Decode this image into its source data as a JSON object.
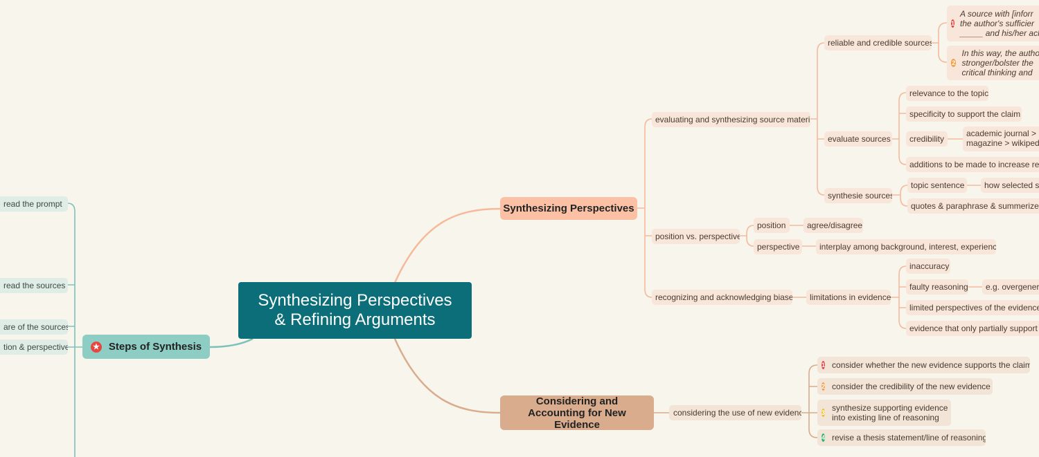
{
  "center": {
    "line1": "Synthesizing Perspectives",
    "line2": "& Refining Arguments"
  },
  "steps": {
    "title": "Steps of Synthesis",
    "items": [
      "read the prompt",
      "read the sources",
      "are of the sources",
      "tion & perspective"
    ]
  },
  "synth": {
    "title": "Synthesizing Perspectives",
    "eval": {
      "label": "evaluating and synthesizing source material",
      "reliable": {
        "label": "reliable and credible sources",
        "n1": {
          "num": "1",
          "lines": [
            "A source with [inforr",
            "the author's sufficier",
            "_____ and his/her ack"
          ]
        },
        "n2": {
          "num": "2",
          "lines": [
            "In this way, the autho",
            "stronger/bolster the",
            "critical thinking and"
          ]
        }
      },
      "evaluate": {
        "label": "evaluate sources",
        "relevance": "relevance to the topic",
        "specificity": "specificity to support the claim",
        "credibility": "credibility",
        "cred_detail": [
          "academic journal > p",
          "magazine > wikipedia"
        ],
        "additions": "additions to be made to increase relia"
      },
      "synthesie": {
        "label": "synthesie sources",
        "topic": "topic sentence",
        "topic_detail": "how selected so",
        "quotes": "quotes & paraphrase & summerize sp"
      }
    },
    "posvs": {
      "label": "position vs. perspective",
      "position": "position",
      "position_detail": "agree/disagree",
      "perspective": "perspective",
      "perspective_detail": "interplay among background, interest, experience"
    },
    "biases": {
      "label": "recognizing and acknowledging biases",
      "limits": "limitations in evidence",
      "inaccuracy": "inaccuracy",
      "faulty": "faulty reasoning",
      "faulty_detail": "e.g. overgeneriz",
      "limited": "limited perspectives of the evidence",
      "partial": "evidence that only partially support t"
    }
  },
  "newev": {
    "title": "Considering and Accounting for New Evidence",
    "label": "considering the use of new evidence",
    "items": [
      {
        "num": "1",
        "text": "consider whether the new evidence supports the claim",
        "color": "#e8473f"
      },
      {
        "num": "2",
        "text": "consider the credibility of the new evidence",
        "color": "#f3a043"
      },
      {
        "num": "3",
        "lines": [
          "synthesize supporting evidence",
          "into existing line of reasoning"
        ],
        "color": "#f2c12e"
      },
      {
        "num": "4",
        "text": "revise a thesis statement/line of reasoning",
        "color": "#2db36b"
      }
    ]
  },
  "colors": {
    "center": "#0c6e78",
    "synth": "#fcc1a4",
    "newev": "#d8ac8c",
    "steps": "#8ecdc3",
    "link_pink": "#f5b99c",
    "link_brown": "#d8ac8c",
    "link_teal": "#7cc2bb"
  }
}
